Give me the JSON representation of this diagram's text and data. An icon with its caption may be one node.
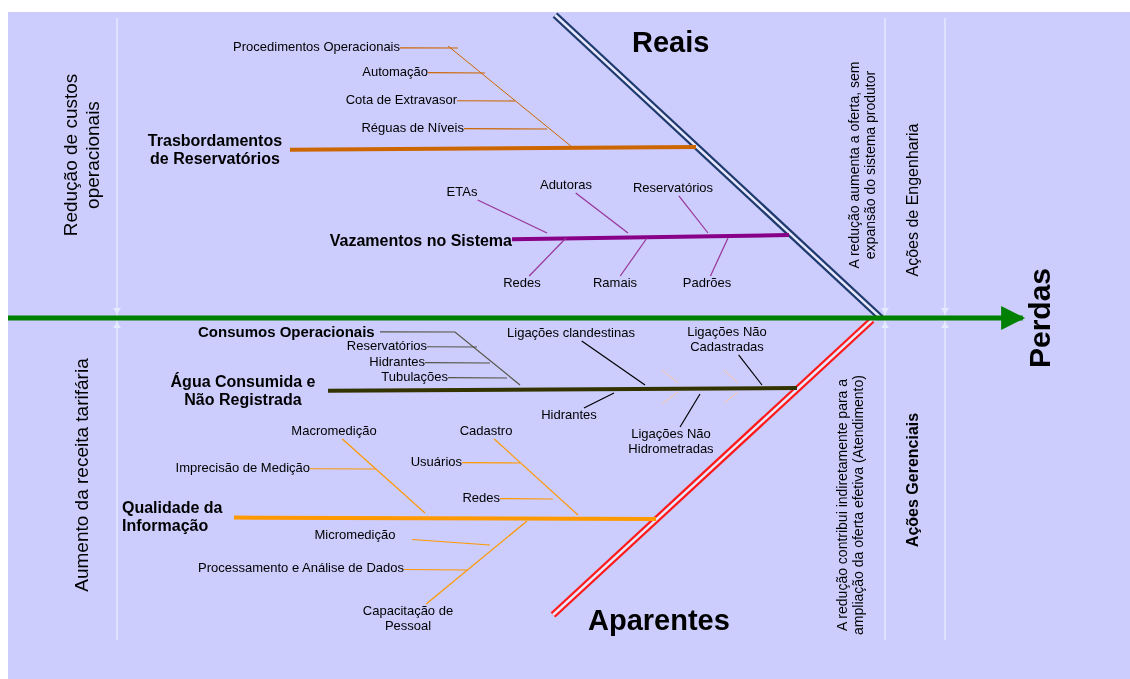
{
  "diagram": {
    "nodes": [
      {
        "text": [
          "Perdas"
        ]
      },
      {
        "text": [
          "Trasbordamentos de Reservatórios"
        ]
      },
      {
        "text": [
          "Procedimentos Operacionais"
        ]
      },
      {
        "text": [
          "Automação"
        ]
      },
      {
        "text": [
          "Cota de Extravasor"
        ]
      },
      {
        "text": [
          "Réguas de Níveis"
        ]
      },
      {
        "text": [
          "Vazamentos no Sistema"
        ]
      },
      {
        "text": [
          "ETAs"
        ]
      },
      {
        "text": [
          "Adutoras"
        ]
      },
      {
        "text": [
          "Reservatórios"
        ]
      },
      {
        "text": [
          "Redes"
        ]
      },
      {
        "text": [
          "Ramais"
        ]
      },
      {
        "text": [
          "Padrões"
        ]
      },
      {
        "text": [
          "Consumos Operacionais"
        ]
      },
      {
        "text": [
          "Reservatórios"
        ]
      },
      {
        "text": [
          "Hidrantes"
        ]
      },
      {
        "text": [
          "Tubulações"
        ]
      },
      {
        "text": [
          "Água Consumida e Não Registrada"
        ]
      },
      {
        "text": [
          "Ligações clandestinas"
        ]
      },
      {
        "text": [
          "Ligações Não Cadastradas"
        ]
      },
      {
        "text": [
          "Hidrantes"
        ]
      },
      {
        "text": [
          "Ligações Não Hidrometradas"
        ]
      },
      {
        "text": [
          "Macromedição"
        ]
      },
      {
        "text": [
          "Cadastro"
        ]
      },
      {
        "text": [
          "Imprecisão de Medição"
        ]
      },
      {
        "text": [
          "Usuários"
        ]
      },
      {
        "text": [
          "Redes"
        ]
      },
      {
        "text": [
          "Qualidade da Informação"
        ]
      },
      {
        "text": [
          "Micromedição"
        ]
      },
      {
        "text": [
          "Processamento e Análise de Dados"
        ]
      },
      {
        "text": [
          "Capacitação de Pessoal"
        ]
      }
    ],
    "edges": [
      {
        "from": null,
        "to": 0,
        "arrow": "to",
        "style": "thick",
        "color": "#008000"
      },
      {
        "from": 1,
        "to": null,
        "arrow": "none",
        "style": "thick",
        "color": "#cc6600"
      },
      {
        "from": 6,
        "to": null,
        "arrow": "none",
        "style": "thick",
        "color": "#880088"
      },
      {
        "from": 17,
        "to": null,
        "arrow": "none",
        "style": "thick",
        "color": "#333300"
      },
      {
        "from": 27,
        "to": null,
        "arrow": "none",
        "style": "thick",
        "color": "#ff9900"
      },
      {
        "from": 2,
        "to": null,
        "arrow": "none",
        "color": "#cc6600"
      },
      {
        "from": 3,
        "to": null,
        "arrow": "none",
        "color": "#cc6600"
      },
      {
        "from": 4,
        "to": null,
        "arrow": "none",
        "color": "#cc6600"
      },
      {
        "from": 5,
        "to": null,
        "arrow": "none",
        "color": "#cc6600"
      },
      {
        "from": 7,
        "to": null,
        "arrow": "none",
        "color": "#993399"
      },
      {
        "from": 8,
        "to": null,
        "arrow": "none",
        "color": "#993399"
      },
      {
        "from": 9,
        "to": null,
        "arrow": "none",
        "color": "#993399"
      },
      {
        "from": 10,
        "to": null,
        "arrow": "none",
        "color": "#993399"
      },
      {
        "from": 11,
        "to": null,
        "arrow": "none",
        "color": "#993399"
      },
      {
        "from": 12,
        "to": null,
        "arrow": "none",
        "color": "#993399"
      },
      {
        "from": 13,
        "to": null,
        "arrow": "none",
        "color": "#555544"
      },
      {
        "from": 14,
        "to": null,
        "arrow": "none",
        "color": "#555544"
      },
      {
        "from": 15,
        "to": null,
        "arrow": "none",
        "color": "#555544"
      },
      {
        "from": 16,
        "to": null,
        "arrow": "none",
        "color": "#555544"
      },
      {
        "from": 18,
        "to": null,
        "arrow": "none",
        "color": "#000000"
      },
      {
        "from": 19,
        "to": null,
        "arrow": "none",
        "color": "#000000"
      },
      {
        "from": 20,
        "to": null,
        "arrow": "none",
        "color": "#000000"
      },
      {
        "from": 21,
        "to": null,
        "arrow": "none",
        "color": "#000000"
      },
      {
        "from": 22,
        "to": null,
        "arrow": "none",
        "color": "#ff9900"
      },
      {
        "from": 23,
        "to": null,
        "arrow": "none",
        "color": "#ff9900"
      },
      {
        "from": 24,
        "to": null,
        "arrow": "none",
        "color": "#ff9900"
      },
      {
        "from": 25,
        "to": null,
        "arrow": "none",
        "color": "#ff9900"
      },
      {
        "from": 26,
        "to": null,
        "arrow": "none",
        "color": "#ff9900"
      },
      {
        "from": 28,
        "to": null,
        "arrow": "none",
        "color": "#ff9900"
      },
      {
        "from": 29,
        "to": null,
        "arrow": "none",
        "color": "#ff9900"
      },
      {
        "from": 30,
        "to": null,
        "arrow": "none",
        "color": "#ff9900"
      }
    ],
    "labels": [
      "Reais",
      "Redução de custos operacionais",
      "A redução aumenta a oferta, sem expansão do sistema produtor",
      "Ações de Engenharia",
      "Aumento da receita tarifária",
      "A redução contribui indiretamente para a ampliação da oferta efetiva (Atendimento)",
      "Ações Gerenciais",
      "Aparentes"
    ]
  }
}
